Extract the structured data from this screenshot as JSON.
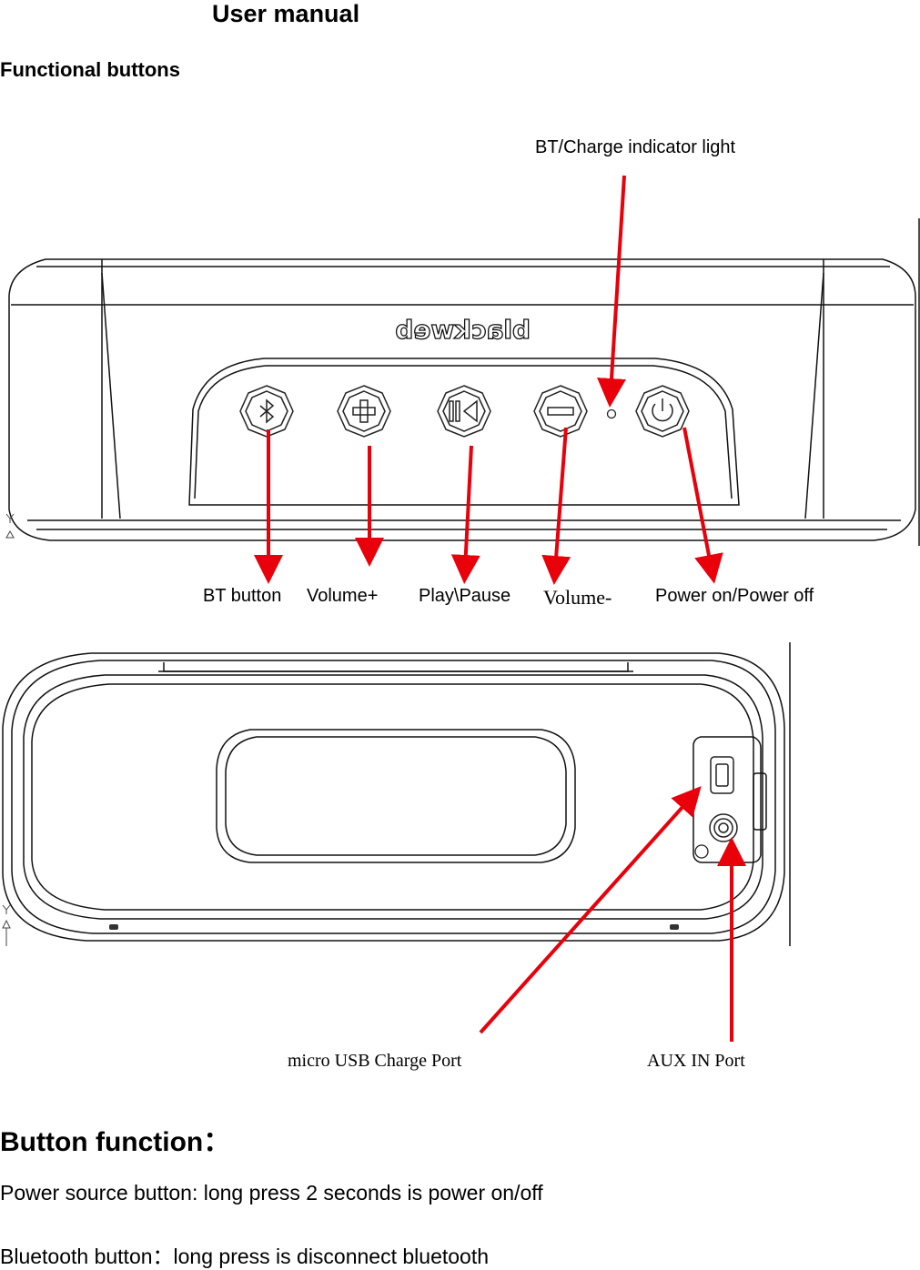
{
  "header": {
    "title": "User manual",
    "subtitle": "Functional buttons"
  },
  "front_view": {
    "brand": "blackweb",
    "indicator_label": "BT/Charge indicator light",
    "buttons": [
      {
        "label": "BT button",
        "icon": "bluetooth-icon"
      },
      {
        "label": "Volume+",
        "icon": "plus-icon"
      },
      {
        "label": "Play\\Pause",
        "icon": "play-pause-icon"
      },
      {
        "label": "Volume-",
        "icon": "minus-icon"
      },
      {
        "label": "Power on/Power off",
        "icon": "power-icon"
      }
    ]
  },
  "back_view": {
    "ports": [
      {
        "label": "micro USB Charge Port",
        "icon": "micro-usb-icon"
      },
      {
        "label": "AUX IN Port",
        "icon": "aux-jack-icon"
      }
    ]
  },
  "instructions": {
    "heading": "Button function：",
    "items": [
      "Power source button: long press 2 seconds is power on/off",
      "Bluetooth button：long press is disconnect bluetooth"
    ]
  },
  "colors": {
    "arrow": "#e8000b",
    "line": "#000000"
  }
}
